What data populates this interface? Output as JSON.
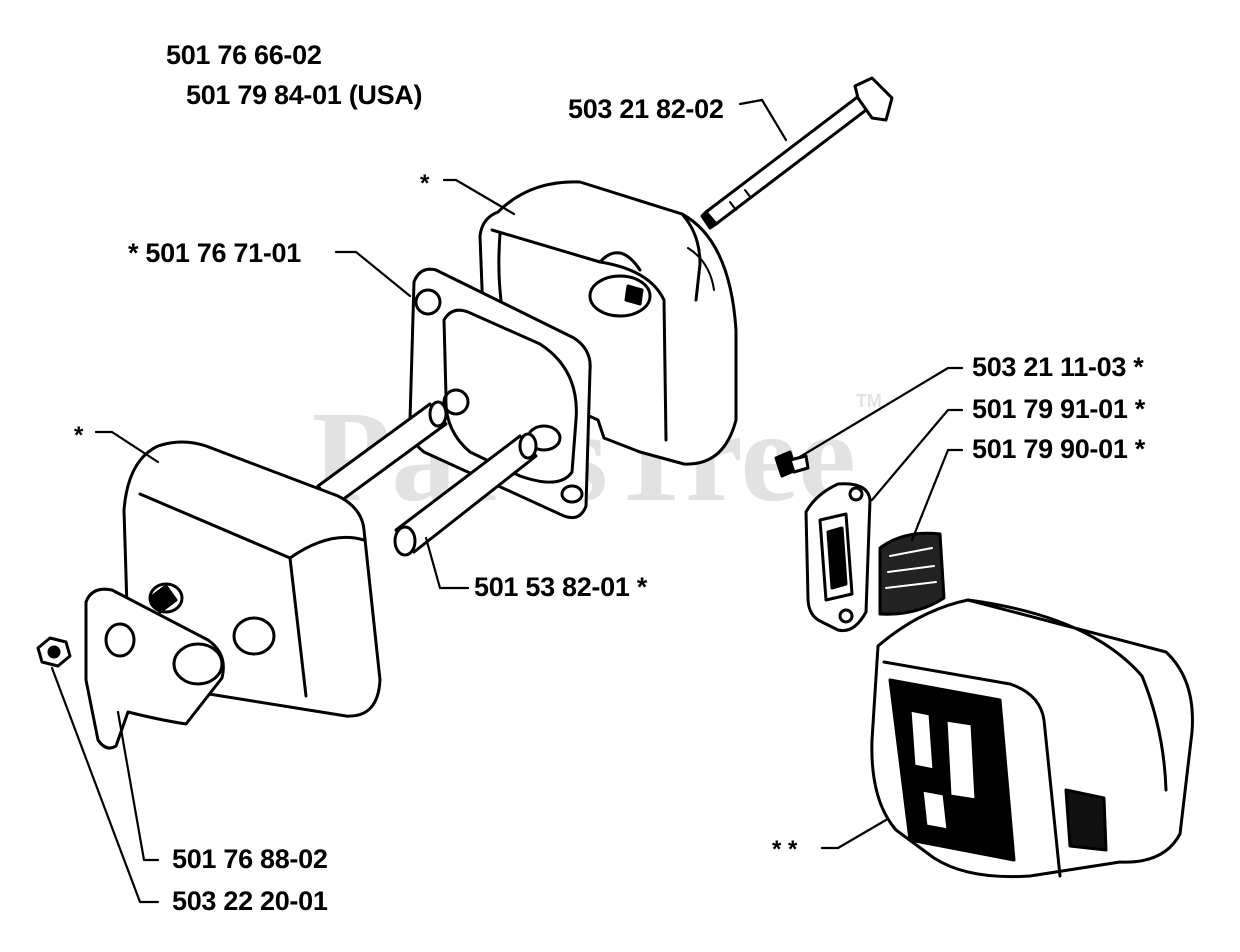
{
  "labels": {
    "p_5017666": "501 76 66-02",
    "p_5017984": "501 79 84-01 (USA)",
    "p_5032182": "503 21 82-02",
    "p_5017671": "* 501 76 71-01",
    "p_5015382": "501 53 82-01 *",
    "p_5032111": "503 21 11-03 *",
    "p_5017991": "501 79 91-01 *",
    "p_5017990": "501 79 90-01 *",
    "p_5017688": "501 76 88-02",
    "p_5032220": "503 22 20-01"
  },
  "stars": {
    "cover_rear": "*",
    "cover_front": "*",
    "muffler_complete": "* *"
  },
  "watermark": {
    "text": "PartsTree",
    "mark": "TM"
  }
}
